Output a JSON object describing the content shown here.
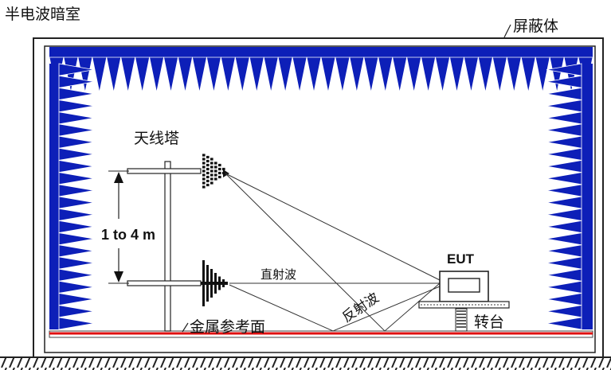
{
  "labels": {
    "title": "半电波暗室",
    "shield": "屏蔽体",
    "tower": "天线塔",
    "distance": "1 to 4 m",
    "eut": "EUT",
    "direct_wave": "直射波",
    "reflected_wave": "反射波",
    "turntable": "转台",
    "ground_plane": "金属参考面"
  },
  "colors": {
    "absorber": "#0d1fb8",
    "ground_plane": "#e01010",
    "line": "#222222"
  }
}
